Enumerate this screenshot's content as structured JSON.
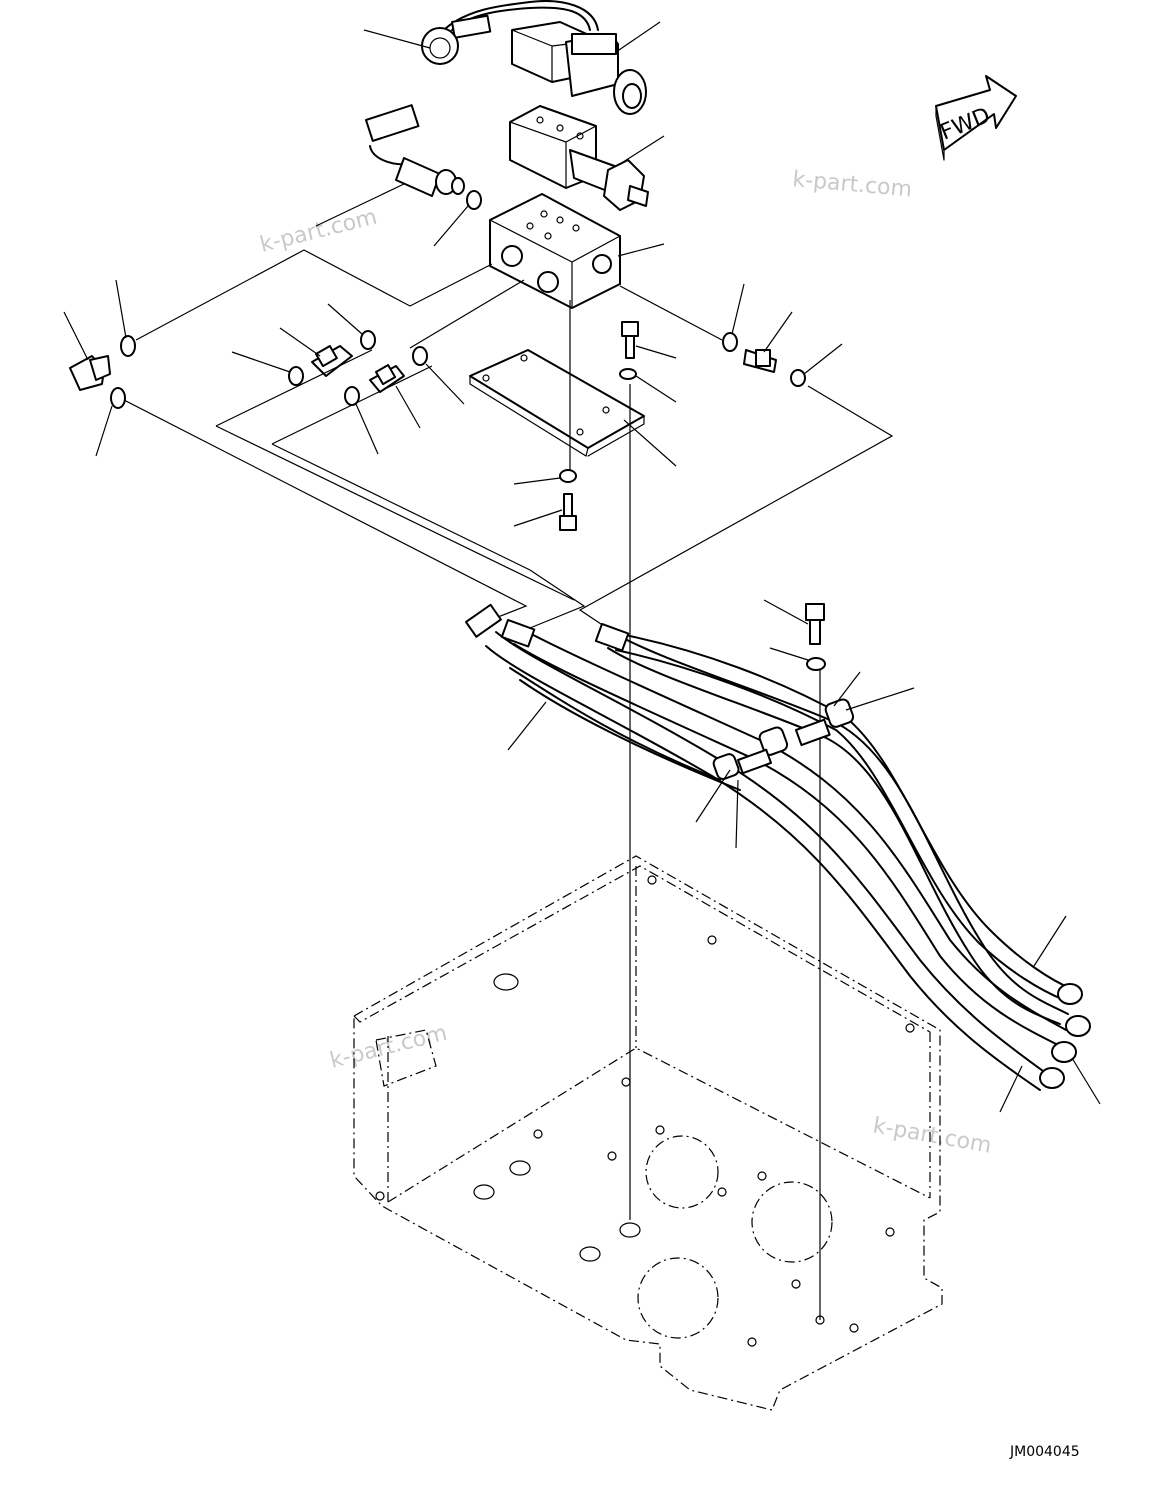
{
  "watermark": "k-part.com",
  "direction_label": "FWD",
  "drawing_id": "JM004045"
}
